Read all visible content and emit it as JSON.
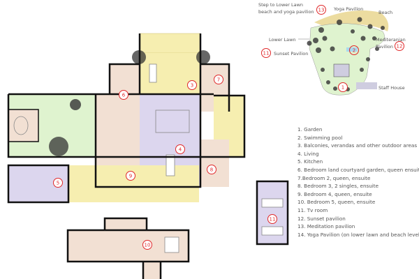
{
  "site_plan": {
    "title": "Site Plan",
    "labels": {
      "step": "Step to Lower Lawn",
      "step2": "beach and yoga pavilion",
      "yoga": "Yoga Pavilion",
      "beach": "Beach",
      "lower_lawn": "Lower Lawn",
      "med": "Mediteranian",
      "med2": "Pavilion",
      "sunset": "Sunset Pavilion",
      "staff": "Staff House"
    },
    "markers": [
      "1",
      "2",
      "11",
      "12",
      "13"
    ]
  },
  "floor_plan": {
    "markers": [
      "3",
      "4",
      "5",
      "6",
      "7",
      "8",
      "9",
      "10",
      "11"
    ]
  },
  "legend": [
    "1. Garden",
    "2. Swimming pool",
    "3. Balconies, verandas and other outdoor areas",
    "4. Living",
    "5. Kitchen",
    "6. Bedroom land courtyard garden, queen ensuite",
    "7.Bedroom 2, queen, ensuite",
    "8. Bedroom 3, 2 singles, ensuite",
    "9. Bedroom 4, queen, ensuite",
    "10. Bedroom 5, queen, ensuite",
    "11. Tv room",
    "12. Sunset pavilion",
    "13. Meditation pavilion",
    "14. Yoga Pavilion (on lower lawn and beach level"
  ],
  "colors": {
    "bedroom": "#f2e0d3",
    "living": "#dcd6ee",
    "garden": "#dff3cf",
    "outdoor": "#f6eeb0",
    "marker": "#e0282a"
  }
}
